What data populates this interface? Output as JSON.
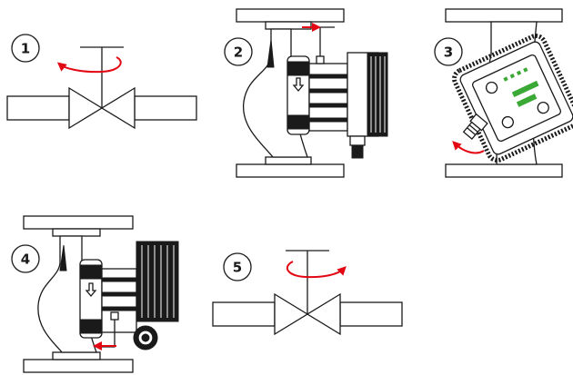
{
  "steps": [
    {
      "number": "1",
      "action": "close-valve"
    },
    {
      "number": "2",
      "action": "loosen-screws"
    },
    {
      "number": "3",
      "action": "rotate-motor"
    },
    {
      "number": "4",
      "action": "tighten-screws"
    },
    {
      "number": "5",
      "action": "open-valve"
    }
  ],
  "colors": {
    "line": "#1a1a1a",
    "arrow_red": "#e30613",
    "led_green": "#3aa935",
    "background": "#ffffff"
  }
}
